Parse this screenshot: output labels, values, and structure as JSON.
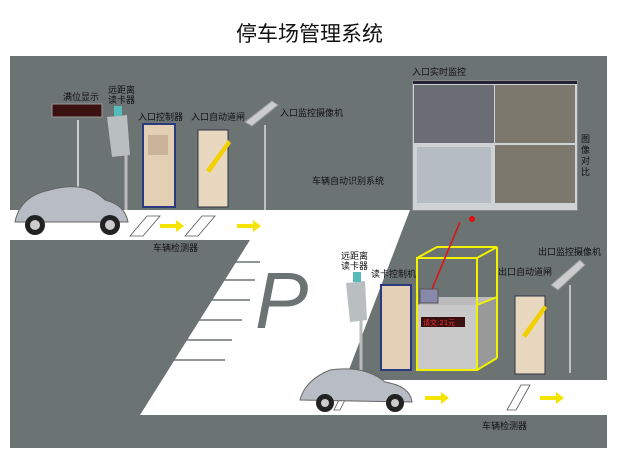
{
  "title": "停车场管理系统",
  "labels": {
    "full_display": "满位显示",
    "remote_reader_1": "远距离\n读卡器",
    "entry_controller": "入口控制器",
    "entry_gate": "入口自动道闸",
    "entry_camera": "入口监控摄像机",
    "plate_recognition": "车辆自动识别系统",
    "detector_1": "车辆检测器",
    "entry_monitor": "入口实时监控",
    "image_compare": "图像对比",
    "remote_reader_2": "远距离\n读卡器",
    "card_controller": "读卡控制机",
    "exit_gate": "出口自动道闸",
    "exit_camera": "出口监控摄像机",
    "detector_2": "车辆检测器",
    "fee_display": "请交:21元",
    "parking_sign": "P"
  },
  "colors": {
    "ground": "#6b7373",
    "road": "#ffffff",
    "arrow": "#f5e400",
    "booth": "#f2f200",
    "laser": "#e01010"
  }
}
